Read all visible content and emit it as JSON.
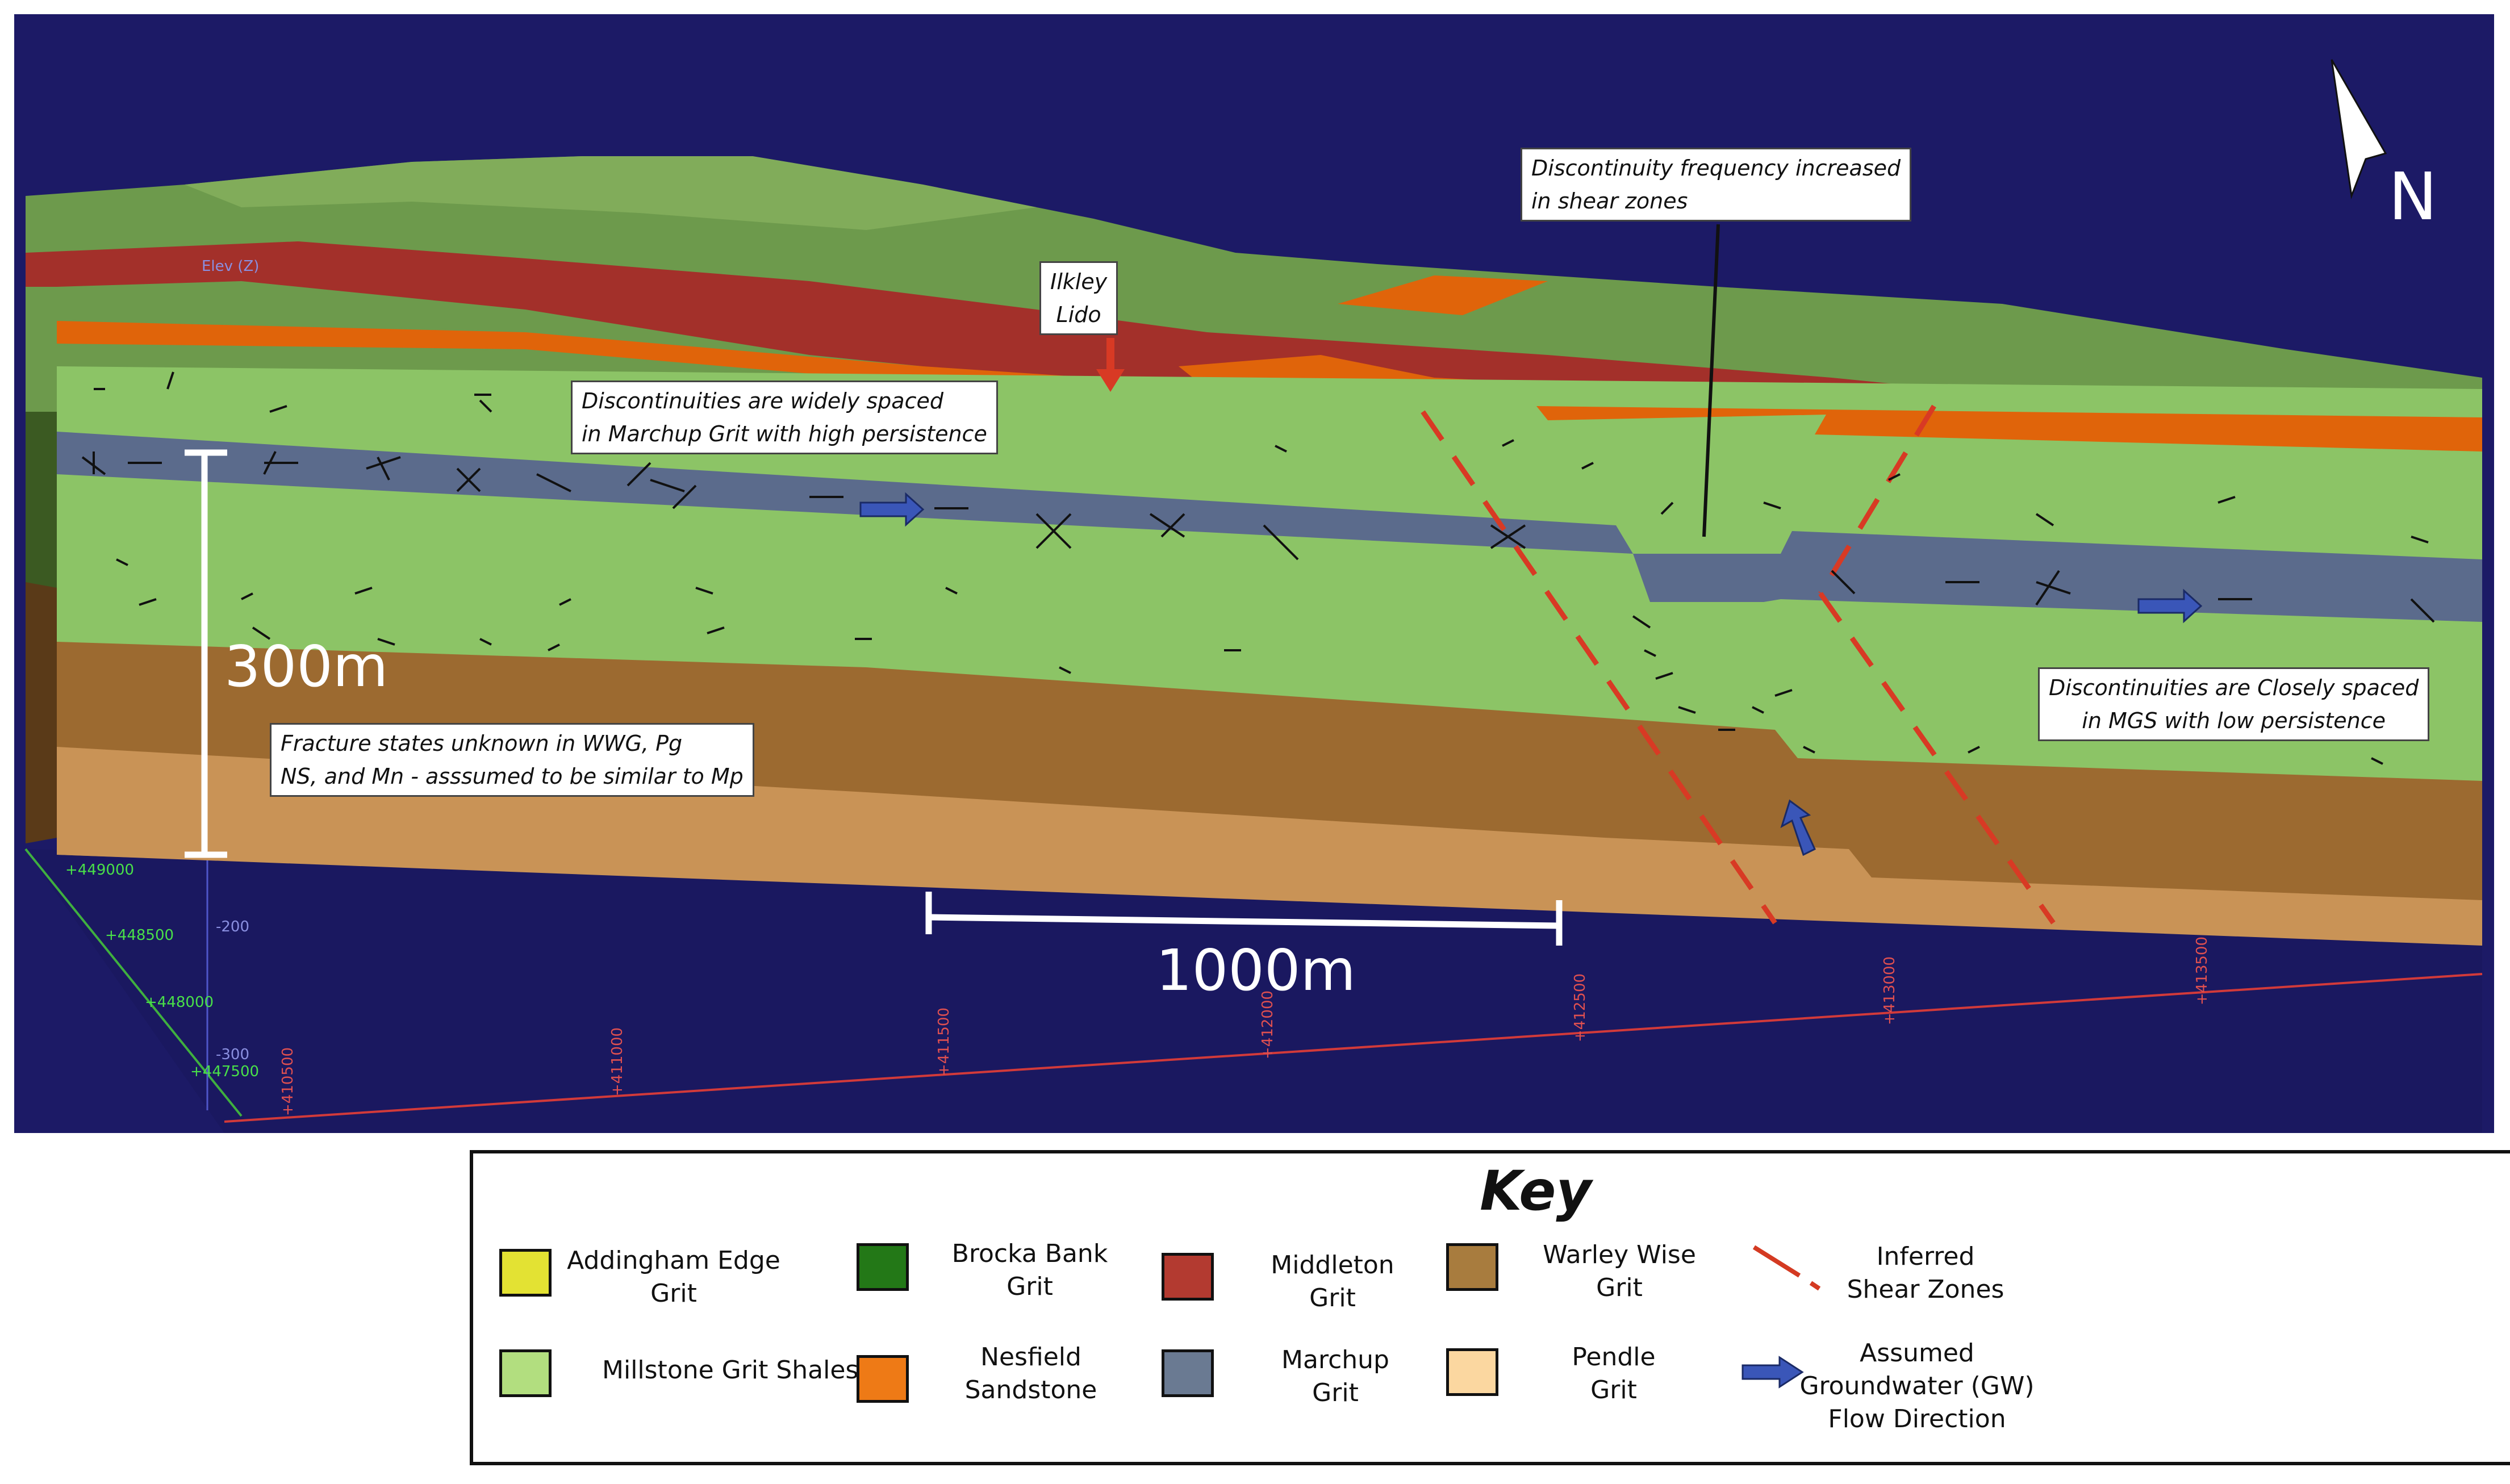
{
  "callouts": {
    "shear_frequency": [
      "Discontinuity frequency increased",
      "in shear zones"
    ],
    "ilkley": [
      "Ilkley",
      "Lido"
    ],
    "marchup": [
      "Discontinuities are widely spaced",
      "in Marchup Grit with high persistence"
    ],
    "fracture_unknown": [
      "Fracture states unknown in WWG, Pg",
      "NS, and Mn - asssumed to be similar to Mp"
    ],
    "mgs": [
      "Discontinuities are Closely spaced",
      "in MGS with low persistence"
    ]
  },
  "scale": {
    "vertical": "300m",
    "horizontal": "1000m"
  },
  "north_label": "N",
  "axes": {
    "elevation_label": "Elev (Z)",
    "elevation_ticks": [
      "-200",
      "-300"
    ],
    "northing_ticks": [
      "+449000",
      "+448500",
      "+448000",
      "+447500"
    ],
    "easting_ticks": [
      "+410500",
      "+411000",
      "+411500",
      "+412000",
      "+412500",
      "+413000",
      "+413500"
    ]
  },
  "key": {
    "title": "Key",
    "items": [
      {
        "lines": [
          "Addingham Edge",
          "Grit"
        ],
        "color": "#e3e233"
      },
      {
        "lines": [
          "Brocka Bank",
          "Grit"
        ],
        "color": "#237817"
      },
      {
        "lines": [
          "Middleton",
          "Grit"
        ],
        "color": "#b33a30"
      },
      {
        "lines": [
          "Warley Wise",
          "Grit"
        ],
        "color": "#a87c3e"
      },
      {
        "lines": [
          "Inferred",
          "Shear Zones"
        ],
        "color": "#d43a22"
      },
      {
        "lines": [
          "Millstone Grit Shales"
        ],
        "color": "#b2de7f"
      },
      {
        "lines": [
          "Nesfield",
          "Sandstone"
        ],
        "color": "#ee7a16"
      },
      {
        "lines": [
          "Marchup",
          "Grit"
        ],
        "color": "#6a7a92"
      },
      {
        "lines": [
          "Pendle",
          "Grit"
        ],
        "color": "#fbd7a0"
      },
      {
        "lines": [
          "Assumed",
          "Groundwater (GW)",
          "Flow Direction"
        ],
        "color": "#3a56b8"
      }
    ]
  },
  "colors": {
    "background": "#1c1a66",
    "shales": "#8cc466",
    "warley_wise": "#9c6a30",
    "pendle": "#c99356",
    "marchup": "#5b6b8c",
    "nesfield": "#e0640a",
    "middleton": "#a3302a",
    "shear_line": "#d83a24",
    "gw_arrow": "#3a56b8"
  }
}
